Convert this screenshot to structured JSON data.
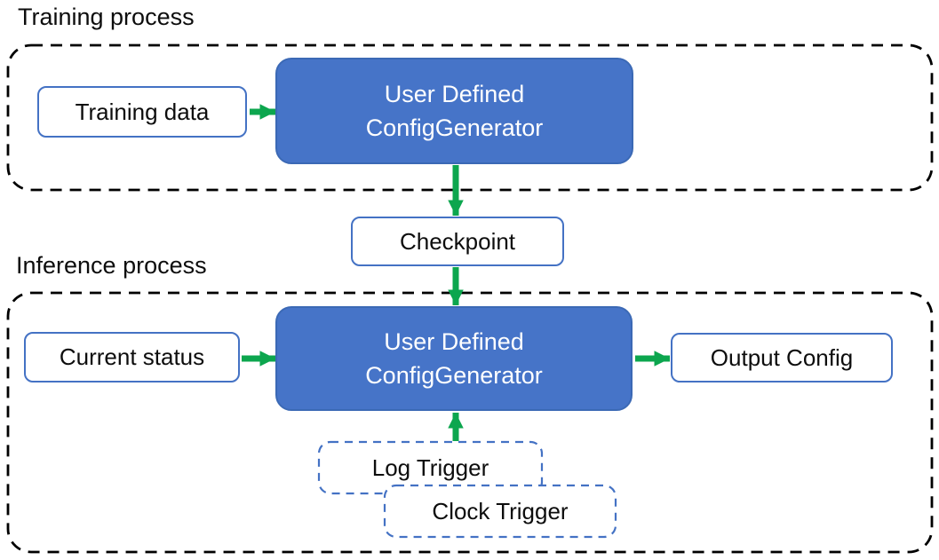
{
  "colors": {
    "box_blue": "#4674C8",
    "box_blue_border": "#3B69B5",
    "outline_blue": "#4472C4",
    "arrow_green": "#0CA64E",
    "container_border": "#000000",
    "text_dark": "#0D0D0D",
    "text_light": "#FFFFFF"
  },
  "training_section": {
    "title": "Training process",
    "input_box": "Training data",
    "generator_box": {
      "line1": "User Defined",
      "line2": "ConfigGenerator"
    }
  },
  "checkpoint_box": "Checkpoint",
  "inference_section": {
    "title": "Inference process",
    "input_box": "Current status",
    "generator_box": {
      "line1": "User Defined",
      "line2": "ConfigGenerator"
    },
    "output_box": "Output Config",
    "triggers": [
      "Log Trigger",
      "Clock Trigger"
    ]
  }
}
